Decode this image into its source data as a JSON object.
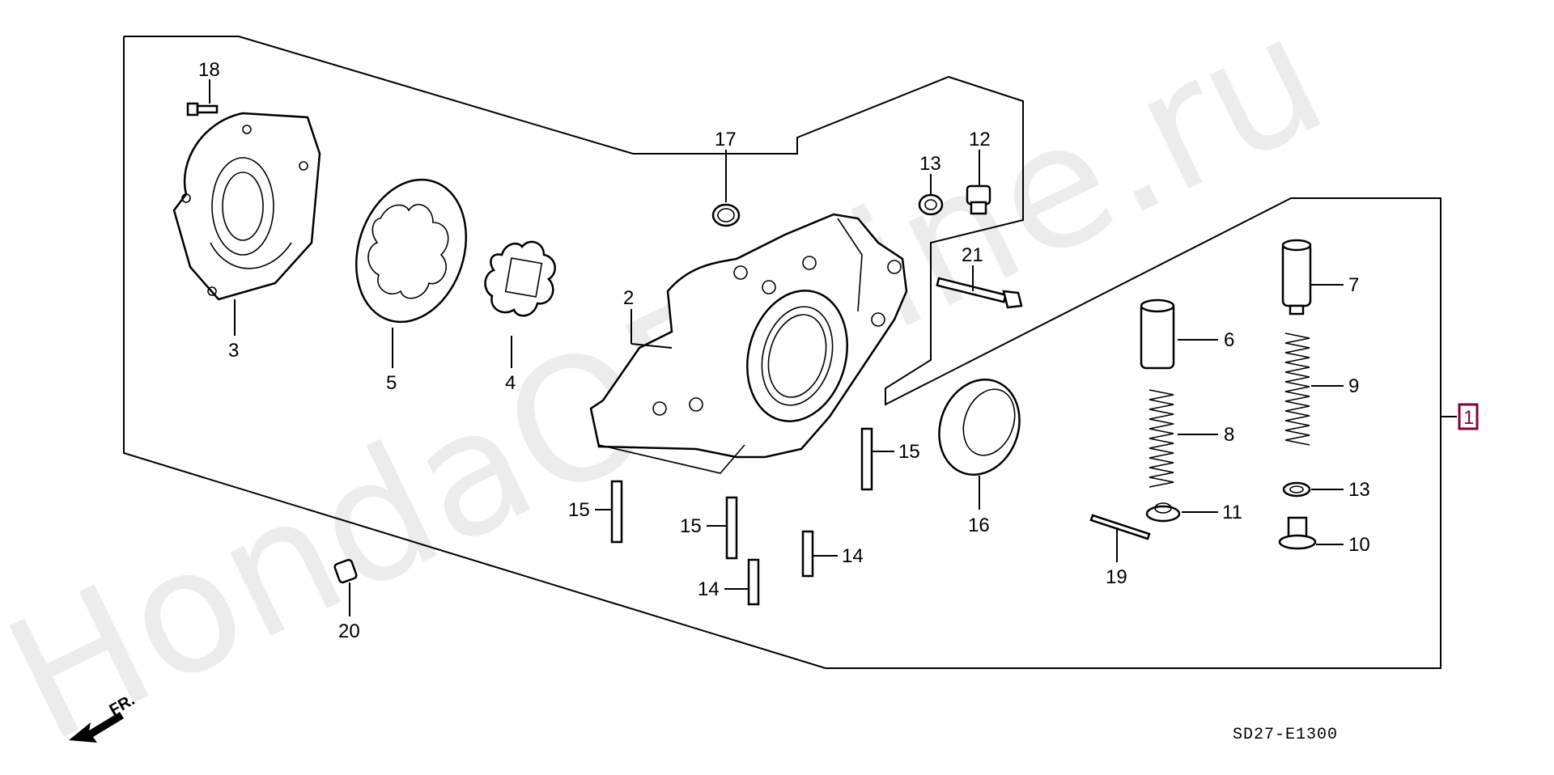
{
  "watermark": "HondaOEMine.ru",
  "diagram_code": "SD27-E1300",
  "front_indicator": "FR.",
  "callouts": {
    "p1": "1",
    "p2": "2",
    "p3": "3",
    "p4": "4",
    "p5": "5",
    "p6": "6",
    "p7": "7",
    "p8": "8",
    "p9": "9",
    "p10": "10",
    "p11": "11",
    "p12": "12",
    "p13a": "13",
    "p13b": "13",
    "p14a": "14",
    "p14b": "14",
    "p15a": "15",
    "p15b": "15",
    "p15c": "15",
    "p16": "16",
    "p17": "17",
    "p18": "18",
    "p19": "19",
    "p20": "20",
    "p21": "21"
  },
  "colors": {
    "highlight": "#8b0033",
    "line": "#000000",
    "watermark": "#ececec"
  }
}
